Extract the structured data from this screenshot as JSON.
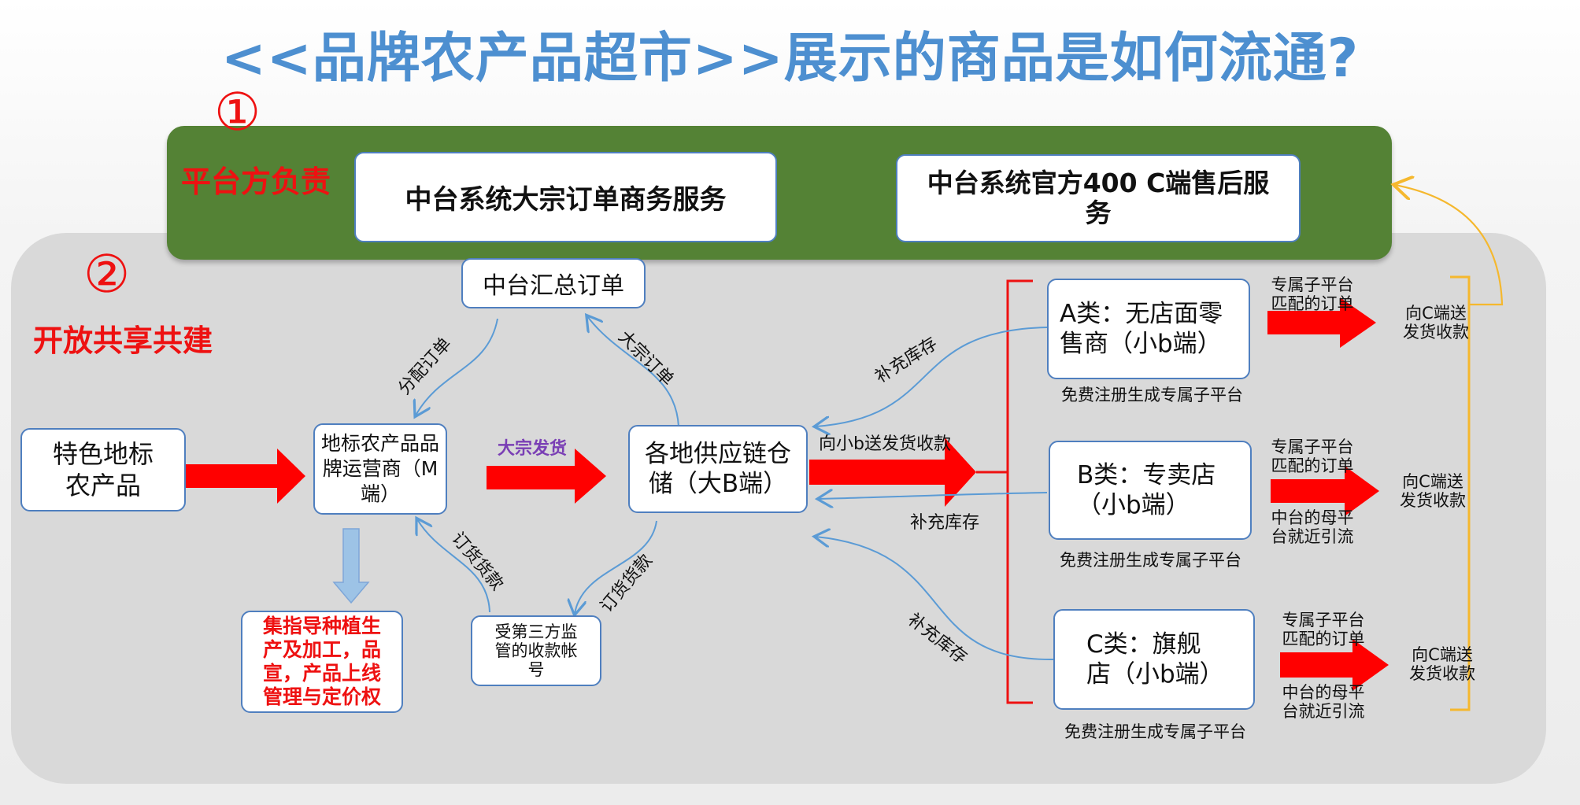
{
  "title": "<<品牌农产品超市>>展示的商品是如何流通?",
  "markers": {
    "one": "①",
    "two": "②"
  },
  "platform": {
    "label": "平台方负责",
    "box_left": "中台系统大宗订单商务服务",
    "box_right": "中台系统官方400 C端售后服务"
  },
  "open_share": "开放共享共建",
  "nodes": {
    "summary_orders": "中台汇总订单",
    "local_products": "特色地标农产品",
    "m_operator": "地标农产品品牌运营商（M端）",
    "warehouse": "各地供应链仓储（大B端）",
    "escrow": "受第三方监管的收款帐号",
    "m_duties": "集指导种植生产及加工，品宣，产品上线管理与定价权"
  },
  "edges": {
    "allocate_orders": "分配订单",
    "bulk_orders": "大宗订单",
    "bulk_ship": "大宗发货",
    "order_payment_left": "订货货款",
    "order_payment_right": "订货货款",
    "ship_to_b": "向小b送发货收款",
    "restock_a": "补充库存",
    "restock_b": "补充库存",
    "restock_c": "补充库存"
  },
  "categories": [
    {
      "name": "A类：无店面零售商（小b端）",
      "note": "免费注册生成专属子平台",
      "arrow_text": "专属子平台匹配的订单",
      "arrow_sub": "",
      "result": "向C端送发货收款"
    },
    {
      "name": "B类：专卖店（小b端）",
      "note": "免费注册生成专属子平台",
      "arrow_text": "专属子平台匹配的订单",
      "arrow_sub": "中台的母平台就近引流",
      "result": "向C端送发货收款"
    },
    {
      "name": "C类：旗舰店（小b端）",
      "note": "免费注册生成专属子平台",
      "arrow_text": "专属子平台匹配的订单",
      "arrow_sub": "中台的母平台就近引流",
      "result": "向C端送发货收款"
    }
  ],
  "colors": {
    "title_blue": "#4d8fd0",
    "platform_green": "#548235",
    "red": "#ee1111",
    "box_border": "#4f7fbf",
    "purple": "#7a3fb5",
    "bracket_yellow": "#f5b82e"
  }
}
